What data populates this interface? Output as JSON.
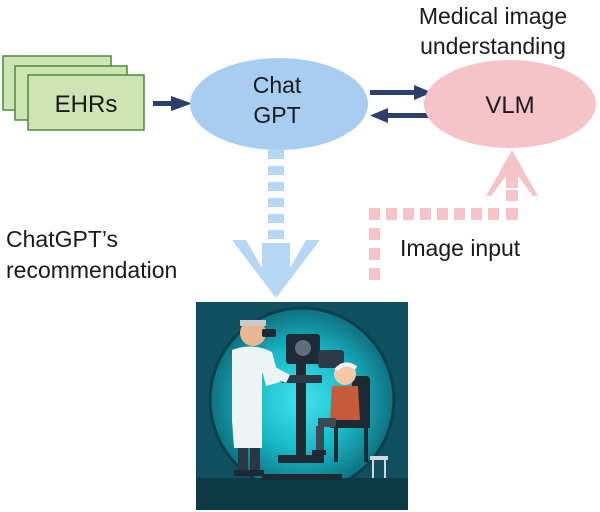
{
  "nodes": {
    "ehrs": {
      "label": "EHRs"
    },
    "chatgpt": {
      "line1": "Chat",
      "line2": "GPT"
    },
    "vlm": {
      "label": "VLM"
    }
  },
  "labels": {
    "medical_line1": "Medical image",
    "medical_line2": "understanding",
    "rec_line1": "ChatGPT’s",
    "rec_line2": "recommendation",
    "image_input": "Image input"
  },
  "colors": {
    "ehr_fill": "#cde5b4",
    "ehr_stroke": "#4e8a3a",
    "chatgpt_fill": "#a9cdf0",
    "vlm_fill": "#f6c3c8",
    "arrow_navy": "#2b3f6b",
    "dotted_blue": "#b5d7f3",
    "dotted_pink": "#f4c4c8",
    "scene_bg": "#0f4f5f"
  },
  "icons": {
    "illustration": "eye-exam-illustration"
  }
}
